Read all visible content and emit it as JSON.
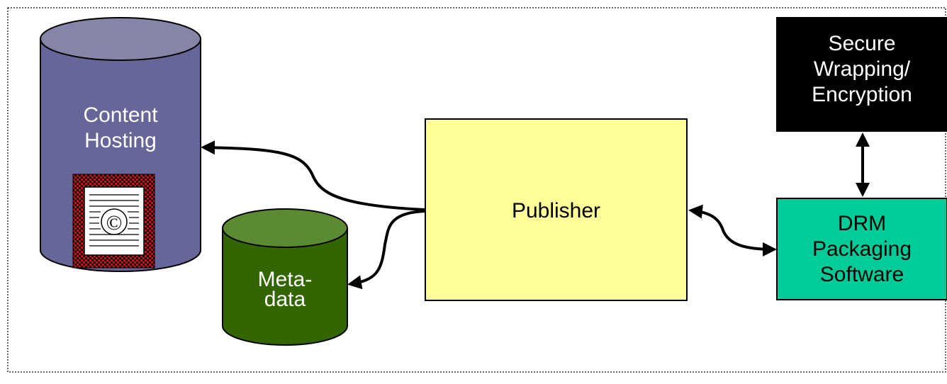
{
  "diagram": {
    "content_hosting": {
      "label": "Content\nHosting",
      "fill": "#666699",
      "top_fill": "#8585a8",
      "symbol": "copyright-document-icon"
    },
    "metadata": {
      "label": "Meta-\ndata",
      "fill": "#336600",
      "top_fill": "#5b8a33"
    },
    "publisher": {
      "label": "Publisher",
      "fill": "#ffff99"
    },
    "drm": {
      "label": "DRM\nPackaging\nSoftware",
      "fill": "#00cc99"
    },
    "secure": {
      "label": "Secure\nWrapping/\nEncryption",
      "fill": "#000000"
    },
    "copyright_symbol": "©"
  }
}
